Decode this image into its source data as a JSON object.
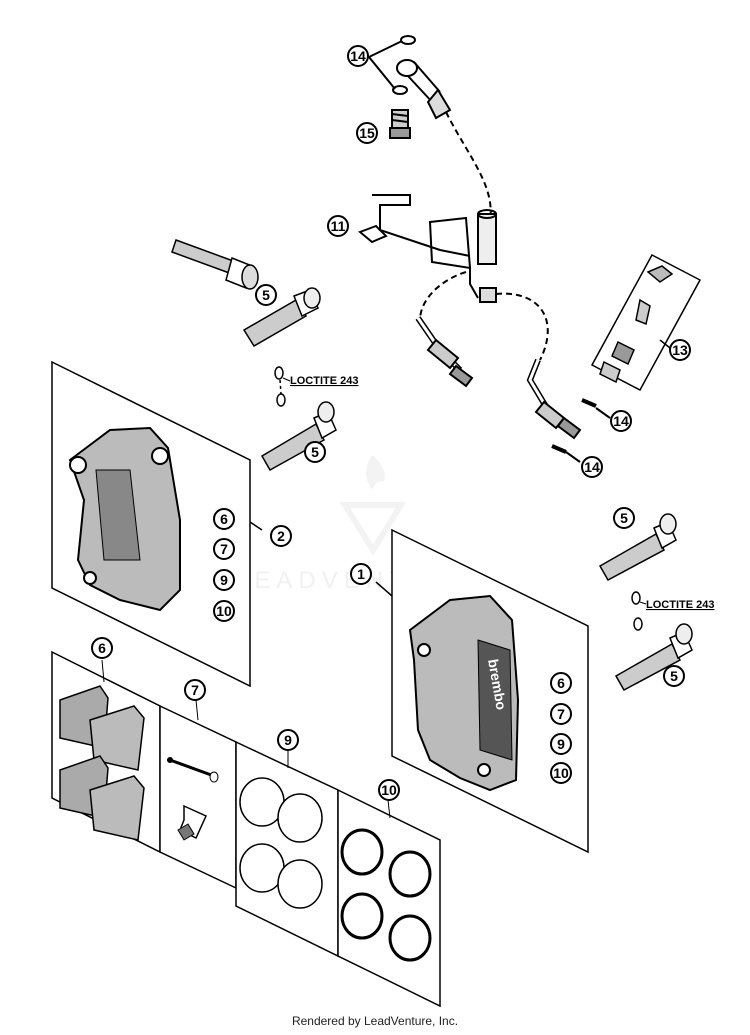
{
  "callouts": {
    "c14a": "14",
    "c15": "15",
    "c11": "11",
    "c13": "13",
    "c14b": "14",
    "c14c": "14",
    "c5a": "5",
    "c5b": "5",
    "c5c": "5",
    "c5d": "5",
    "c2": "2",
    "c1": "1",
    "c6a": "6",
    "c7a": "7",
    "c9a": "9",
    "c10a": "10",
    "c6b": "6",
    "c7b": "7",
    "c9b": "9",
    "c10b": "10",
    "c6c": "6",
    "c7c": "7",
    "c9c": "9",
    "c10c": "10"
  },
  "loctite": {
    "upper": "LOCTITE 243",
    "right": "LOCTITE 243"
  },
  "caliper_brand": "brembo",
  "watermark": "LEADVENTURE",
  "footer": "Rendered by LeadVenture, Inc."
}
